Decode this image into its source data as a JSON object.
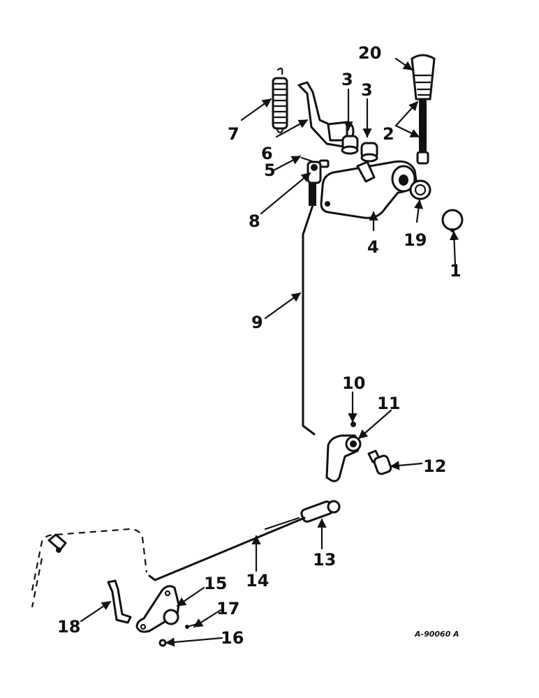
{
  "callouts": {
    "c1": "1",
    "c2": "2",
    "c3a": "3",
    "c3b": "3",
    "c4": "4",
    "c5": "5",
    "c6": "6",
    "c7": "7",
    "c8": "8",
    "c9": "9",
    "c10": "10",
    "c11": "11",
    "c12": "12",
    "c13": "13",
    "c14": "14",
    "c15": "15",
    "c16": "16",
    "c17": "17",
    "c18": "18",
    "c19": "19",
    "c20": "20"
  },
  "drawing_code": "A-90060 A"
}
